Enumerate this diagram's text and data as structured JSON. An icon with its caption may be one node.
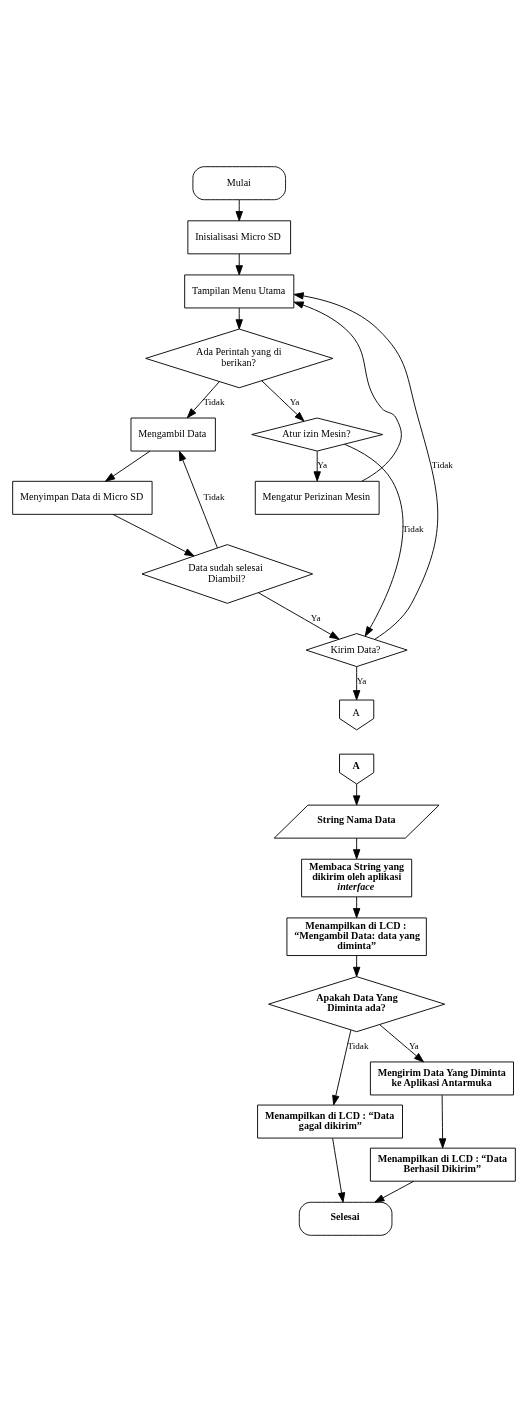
{
  "diagram": {
    "nodes": [
      {
        "text": [
          "Mulai"
        ]
      },
      {
        "text": [
          "Inisialisasi Micro SD"
        ]
      },
      {
        "text": [
          "Tampilan Menu Utama"
        ]
      },
      {
        "text": [
          "Ada Perintah yang di berikan?"
        ]
      },
      {
        "text": [
          "Mengambil Data"
        ]
      },
      {
        "text": [
          "Menyimpan Data di Micro SD"
        ]
      },
      {
        "text": [
          "Data sudah selesai Diambil?"
        ]
      },
      {
        "text": [
          "Atur izin Mesin?"
        ]
      },
      {
        "text": [
          "Mengatur Perizinan Mesin"
        ]
      },
      {
        "text": [
          "Kirim Data?"
        ]
      },
      {
        "text": [
          "A"
        ]
      },
      {
        "text": [
          "A"
        ]
      },
      {
        "text": [
          "String Nama Data"
        ]
      },
      {
        "text": [
          "Membaca String yang dikirim oleh aplikasi *interface*"
        ]
      },
      {
        "text": [
          "Menampilkan di LCD : “Mengambil Data: data yang diminta”"
        ]
      },
      {
        "text": [
          "Apakah Data Yang Diminta ada?"
        ]
      },
      {
        "text": [
          "Menampilkan di LCD : “Data gagal dikirim”"
        ]
      },
      {
        "text": [
          "Mengirim Data Yang Diminta ke Aplikasi Antarmuka"
        ]
      },
      {
        "text": [
          "Menampilkan di LCD : “Data Berhasil Dikirim”"
        ]
      },
      {
        "text": [
          "Selesai"
        ]
      }
    ],
    "edges": [
      {
        "from": 0,
        "to": 1,
        "arrow": "to"
      },
      {
        "from": 1,
        "to": 2,
        "arrow": "to"
      },
      {
        "from": 2,
        "to": 3,
        "arrow": "to"
      },
      {
        "from": 3,
        "to": 4,
        "arrow": "to",
        "label": "Tidak"
      },
      {
        "from": 3,
        "to": 7,
        "arrow": "to",
        "label": "Ya"
      },
      {
        "from": 7,
        "to": 8,
        "arrow": "to",
        "label": "Ya"
      },
      {
        "from": 8,
        "to": 2,
        "arrow": "to"
      },
      {
        "from": 7,
        "to": 9,
        "arrow": "to",
        "label": "Tidak"
      },
      {
        "from": 4,
        "to": 5,
        "arrow": "to"
      },
      {
        "from": 5,
        "to": 6,
        "arrow": "to"
      },
      {
        "from": 6,
        "to": 9,
        "arrow": "to",
        "label": "Ya"
      },
      {
        "from": 6,
        "to": 4,
        "arrow": "to",
        "label": "Tidak"
      },
      {
        "from": 9,
        "to": 2,
        "arrow": "to",
        "label": "Tidak"
      },
      {
        "from": 9,
        "to": 10,
        "arrow": "to",
        "label": "Ya"
      },
      {
        "from": 11,
        "to": 12,
        "arrow": "to"
      },
      {
        "from": 12,
        "to": 13,
        "arrow": "to"
      },
      {
        "from": 13,
        "to": 14,
        "arrow": "to"
      },
      {
        "from": 14,
        "to": 15,
        "arrow": "to"
      },
      {
        "from": 15,
        "to": 16,
        "arrow": "to",
        "label": "Tidak"
      },
      {
        "from": 15,
        "to": 17,
        "arrow": "to",
        "label": "Ya"
      },
      {
        "from": 17,
        "to": 18,
        "arrow": "to"
      },
      {
        "from": 18,
        "to": 19,
        "arrow": "to"
      },
      {
        "from": 16,
        "to": 19,
        "arrow": "to"
      }
    ]
  }
}
